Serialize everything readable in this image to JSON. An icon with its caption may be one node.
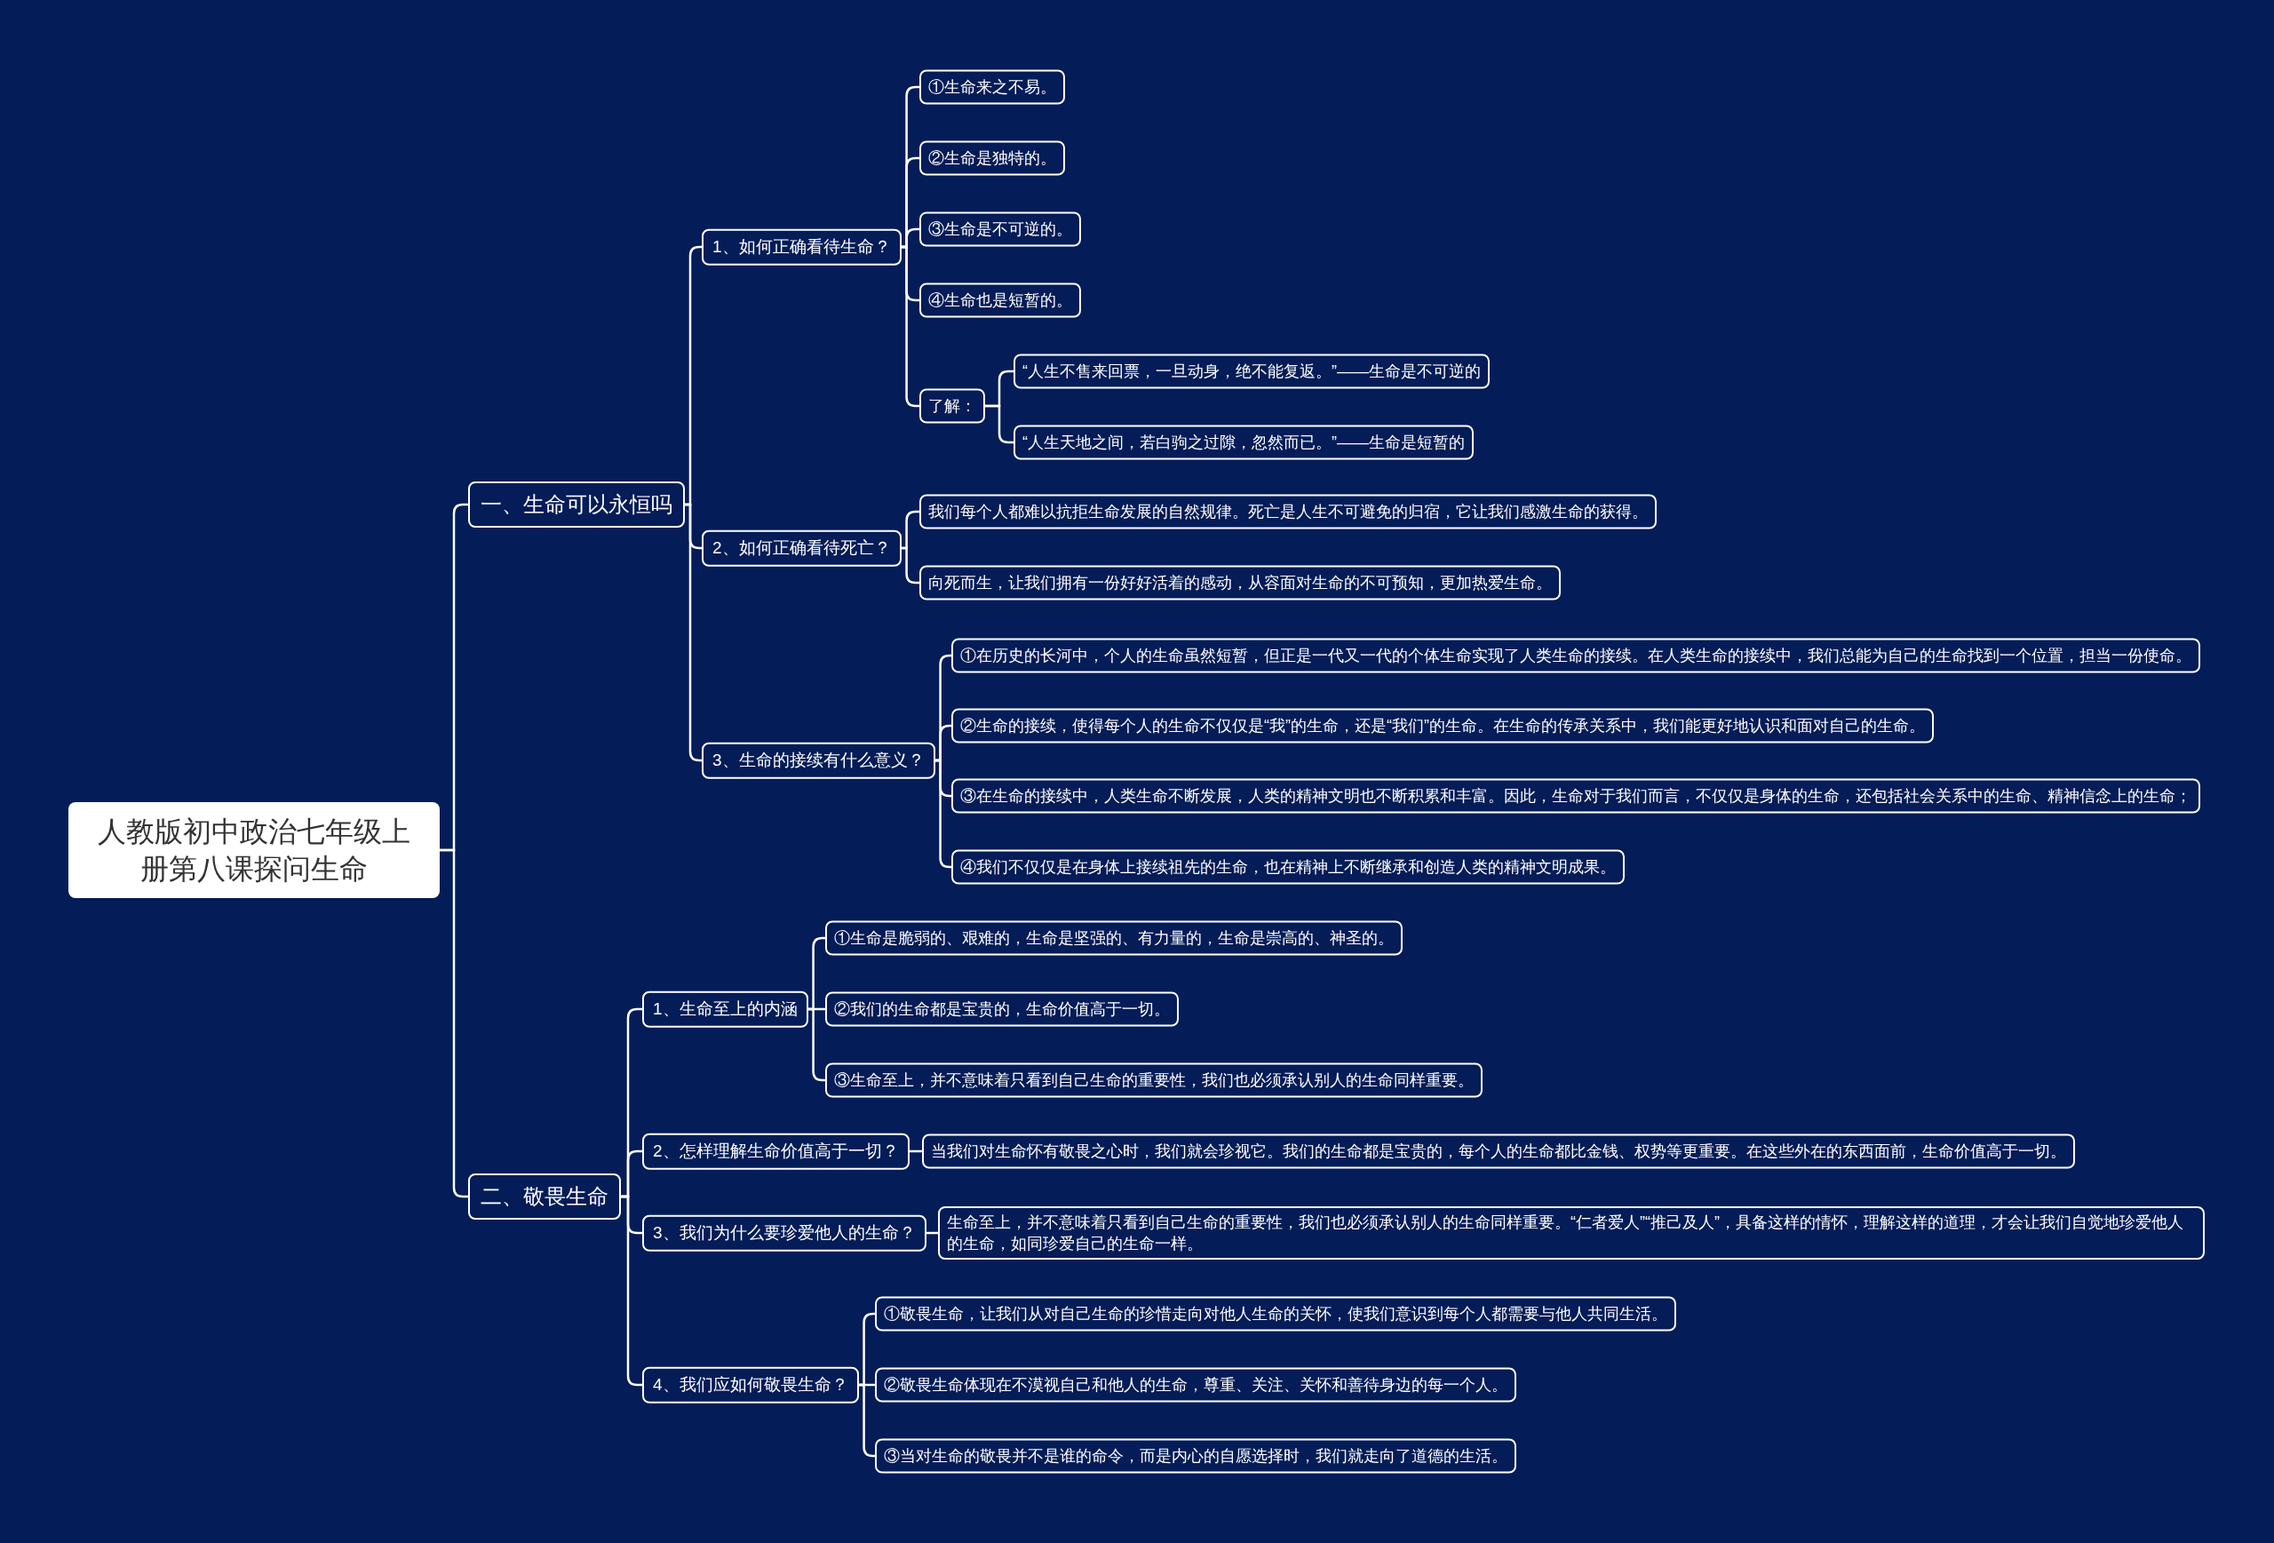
{
  "diagram": {
    "nodes": [
      {
        "text": [
          "人教版初中政治七年级上册第八课探问生命"
        ]
      },
      {
        "text": [
          "一、生命可以永恒吗"
        ]
      },
      {
        "text": [
          "1、如何正确看待生命？"
        ]
      },
      {
        "text": [
          "①生命来之不易。"
        ]
      },
      {
        "text": [
          "②生命是独特的。"
        ]
      },
      {
        "text": [
          "③生命是不可逆的。"
        ]
      },
      {
        "text": [
          "④生命也是短暂的。"
        ]
      },
      {
        "text": [
          "了解："
        ]
      },
      {
        "text": [
          "“人生不售来回票，一旦动身，绝不能复返。”——生命是不可逆的"
        ]
      },
      {
        "text": [
          "“人生天地之间，若白驹之过隙，忽然而已。”——生命是短暂的"
        ]
      },
      {
        "text": [
          "2、如何正确看待死亡？"
        ]
      },
      {
        "text": [
          "我们每个人都难以抗拒生命发展的自然规律。死亡是人生不可避免的归宿，它让我们感激生命的获得。"
        ]
      },
      {
        "text": [
          "向死而生，让我们拥有一份好好活着的感动，从容面对生命的不可预知，更加热爱生命。"
        ]
      },
      {
        "text": [
          "3、生命的接续有什么意义？"
        ]
      },
      {
        "text": [
          "①在历史的长河中，个人的生命虽然短暂，但正是一代又一代的个体生命实现了人类生命的接续。在人类生命的接续中，我们总能为自己的生命找到一个位置，担当一份使命。"
        ]
      },
      {
        "text": [
          "②生命的接续，使得每个人的生命不仅仅是“我”的生命，还是“我们”的生命。在生命的传承关系中，我们能更好地认识和面对自己的生命。"
        ]
      },
      {
        "text": [
          "③在生命的接续中，人类生命不断发展，人类的精神文明也不断积累和丰富。因此，生命对于我们而言，不仅仅是身体的生命，还包括社会关系中的生命、精神信念上的生命；"
        ]
      },
      {
        "text": [
          "④我们不仅仅是在身体上接续祖先的生命，也在精神上不断继承和创造人类的精神文明成果。"
        ]
      },
      {
        "text": [
          "二、敬畏生命"
        ]
      },
      {
        "text": [
          "1、生命至上的内涵"
        ]
      },
      {
        "text": [
          "①生命是脆弱的、艰难的，生命是坚强的、有力量的，生命是崇高的、神圣的。"
        ]
      },
      {
        "text": [
          "②我们的生命都是宝贵的，生命价值高于一切。"
        ]
      },
      {
        "text": [
          "③生命至上，并不意味着只看到自己生命的重要性，我们也必须承认别人的生命同样重要。"
        ]
      },
      {
        "text": [
          "2、怎样理解生命价值高于一切？"
        ]
      },
      {
        "text": [
          "当我们对生命怀有敬畏之心时，我们就会珍视它。我们的生命都是宝贵的，每个人的生命都比金钱、权势等更重要。在这些外在的东西面前，生命价值高于一切。"
        ]
      },
      {
        "text": [
          "3、我们为什么要珍爱他人的生命？"
        ]
      },
      {
        "text": [
          "生命至上，并不意味着只看到自己生命的重要性，我们也必须承认别人的生命同样重要。“仁者爱人”“推己及人”，具备这样的情怀，理解这样的道理，才会让我们自觉地珍爱他人的生命，如同珍爱自己的生命一样。"
        ]
      },
      {
        "text": [
          "4、我们应如何敬畏生命？"
        ]
      },
      {
        "text": [
          "①敬畏生命，让我们从对自己生命的珍惜走向对他人生命的关怀，使我们意识到每个人都需要与他人共同生活。"
        ]
      },
      {
        "text": [
          "②敬畏生命体现在不漠视自己和他人的生命，尊重、关注、关怀和善待身边的每一个人。"
        ]
      },
      {
        "text": [
          "③当对生命的敬畏并不是谁的命令，而是内心的自愿选择时，我们就走向了道德的生活。"
        ]
      }
    ],
    "edges": [
      {
        "from": 0,
        "to": 1,
        "arrow": "none"
      },
      {
        "from": 0,
        "to": 18,
        "arrow": "none"
      },
      {
        "from": 1,
        "to": 2,
        "arrow": "none"
      },
      {
        "from": 1,
        "to": 10,
        "arrow": "none"
      },
      {
        "from": 1,
        "to": 13,
        "arrow": "none"
      },
      {
        "from": 2,
        "to": 3,
        "arrow": "none"
      },
      {
        "from": 2,
        "to": 4,
        "arrow": "none"
      },
      {
        "from": 2,
        "to": 5,
        "arrow": "none"
      },
      {
        "from": 2,
        "to": 6,
        "arrow": "none"
      },
      {
        "from": 2,
        "to": 7,
        "arrow": "none"
      },
      {
        "from": 7,
        "to": 8,
        "arrow": "none"
      },
      {
        "from": 7,
        "to": 9,
        "arrow": "none"
      },
      {
        "from": 10,
        "to": 11,
        "arrow": "none"
      },
      {
        "from": 10,
        "to": 12,
        "arrow": "none"
      },
      {
        "from": 13,
        "to": 14,
        "arrow": "none"
      },
      {
        "from": 13,
        "to": 15,
        "arrow": "none"
      },
      {
        "from": 13,
        "to": 16,
        "arrow": "none"
      },
      {
        "from": 13,
        "to": 17,
        "arrow": "none"
      },
      {
        "from": 18,
        "to": 19,
        "arrow": "none"
      },
      {
        "from": 18,
        "to": 23,
        "arrow": "none"
      },
      {
        "from": 18,
        "to": 25,
        "arrow": "none"
      },
      {
        "from": 18,
        "to": 27,
        "arrow": "none"
      },
      {
        "from": 19,
        "to": 20,
        "arrow": "none"
      },
      {
        "from": 19,
        "to": 21,
        "arrow": "none"
      },
      {
        "from": 19,
        "to": 22,
        "arrow": "none"
      },
      {
        "from": 23,
        "to": 24,
        "arrow": "none"
      },
      {
        "from": 25,
        "to": 26,
        "arrow": "none"
      },
      {
        "from": 27,
        "to": 28,
        "arrow": "none"
      },
      {
        "from": 27,
        "to": 29,
        "arrow": "none"
      },
      {
        "from": 27,
        "to": 30,
        "arrow": "none"
      }
    ]
  }
}
